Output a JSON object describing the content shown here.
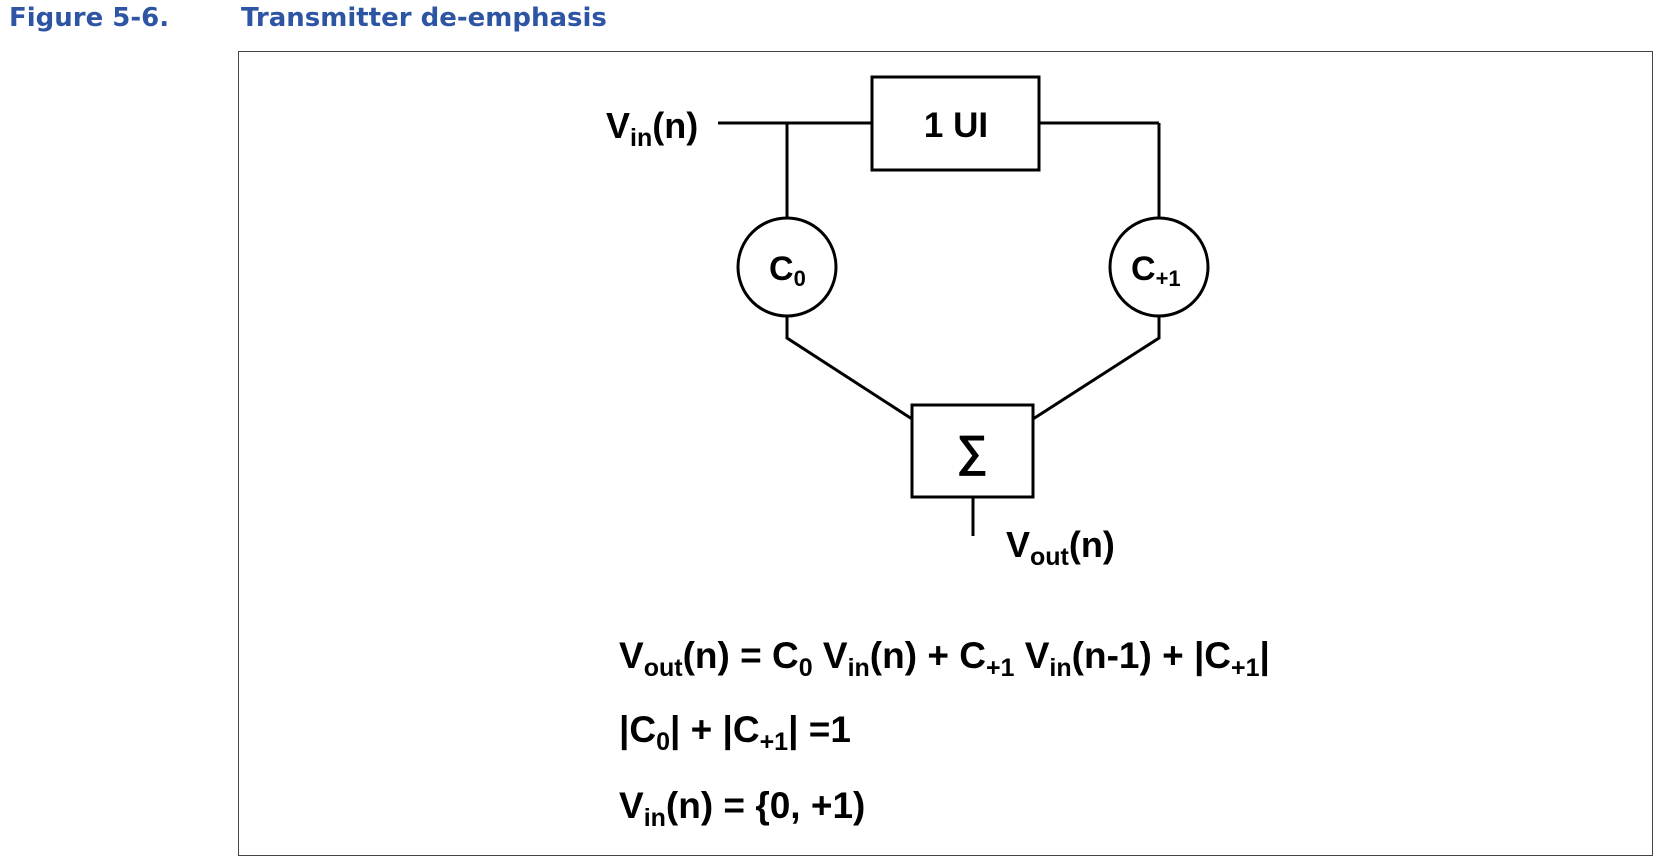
{
  "figure": {
    "number": "Figure 5-6.",
    "title": "Transmitter de-emphasis",
    "caption_color": "#2e55a4"
  },
  "diagram": {
    "input_label": {
      "base": "V",
      "sub": "in",
      "tail": "(n)"
    },
    "delay_label": "1 UI",
    "tap0_label": {
      "base": "C",
      "sub": "0"
    },
    "tap1_label": {
      "base": "C",
      "sub": "+1"
    },
    "sum_symbol": "∑",
    "output_label": {
      "base": "V",
      "sub": "out",
      "tail": "(n)"
    }
  },
  "equations": [
    {
      "parts": [
        {
          "t": "V"
        },
        {
          "s": "out"
        },
        {
          "t": "(n) = C"
        },
        {
          "s": "0"
        },
        {
          "t": " V"
        },
        {
          "s": "in"
        },
        {
          "t": "(n) + C"
        },
        {
          "s": "+1"
        },
        {
          "t": " V"
        },
        {
          "s": "in"
        },
        {
          "t": "(n-1) + |C"
        },
        {
          "s": "+1"
        },
        {
          "t": "|"
        }
      ]
    },
    {
      "parts": [
        {
          "t": "|C"
        },
        {
          "s": "0"
        },
        {
          "t": "| + |C"
        },
        {
          "s": "+1"
        },
        {
          "t": "| =1"
        }
      ]
    },
    {
      "parts": [
        {
          "t": "V"
        },
        {
          "s": "in"
        },
        {
          "t": "(n) = {0, +1)"
        }
      ]
    }
  ]
}
